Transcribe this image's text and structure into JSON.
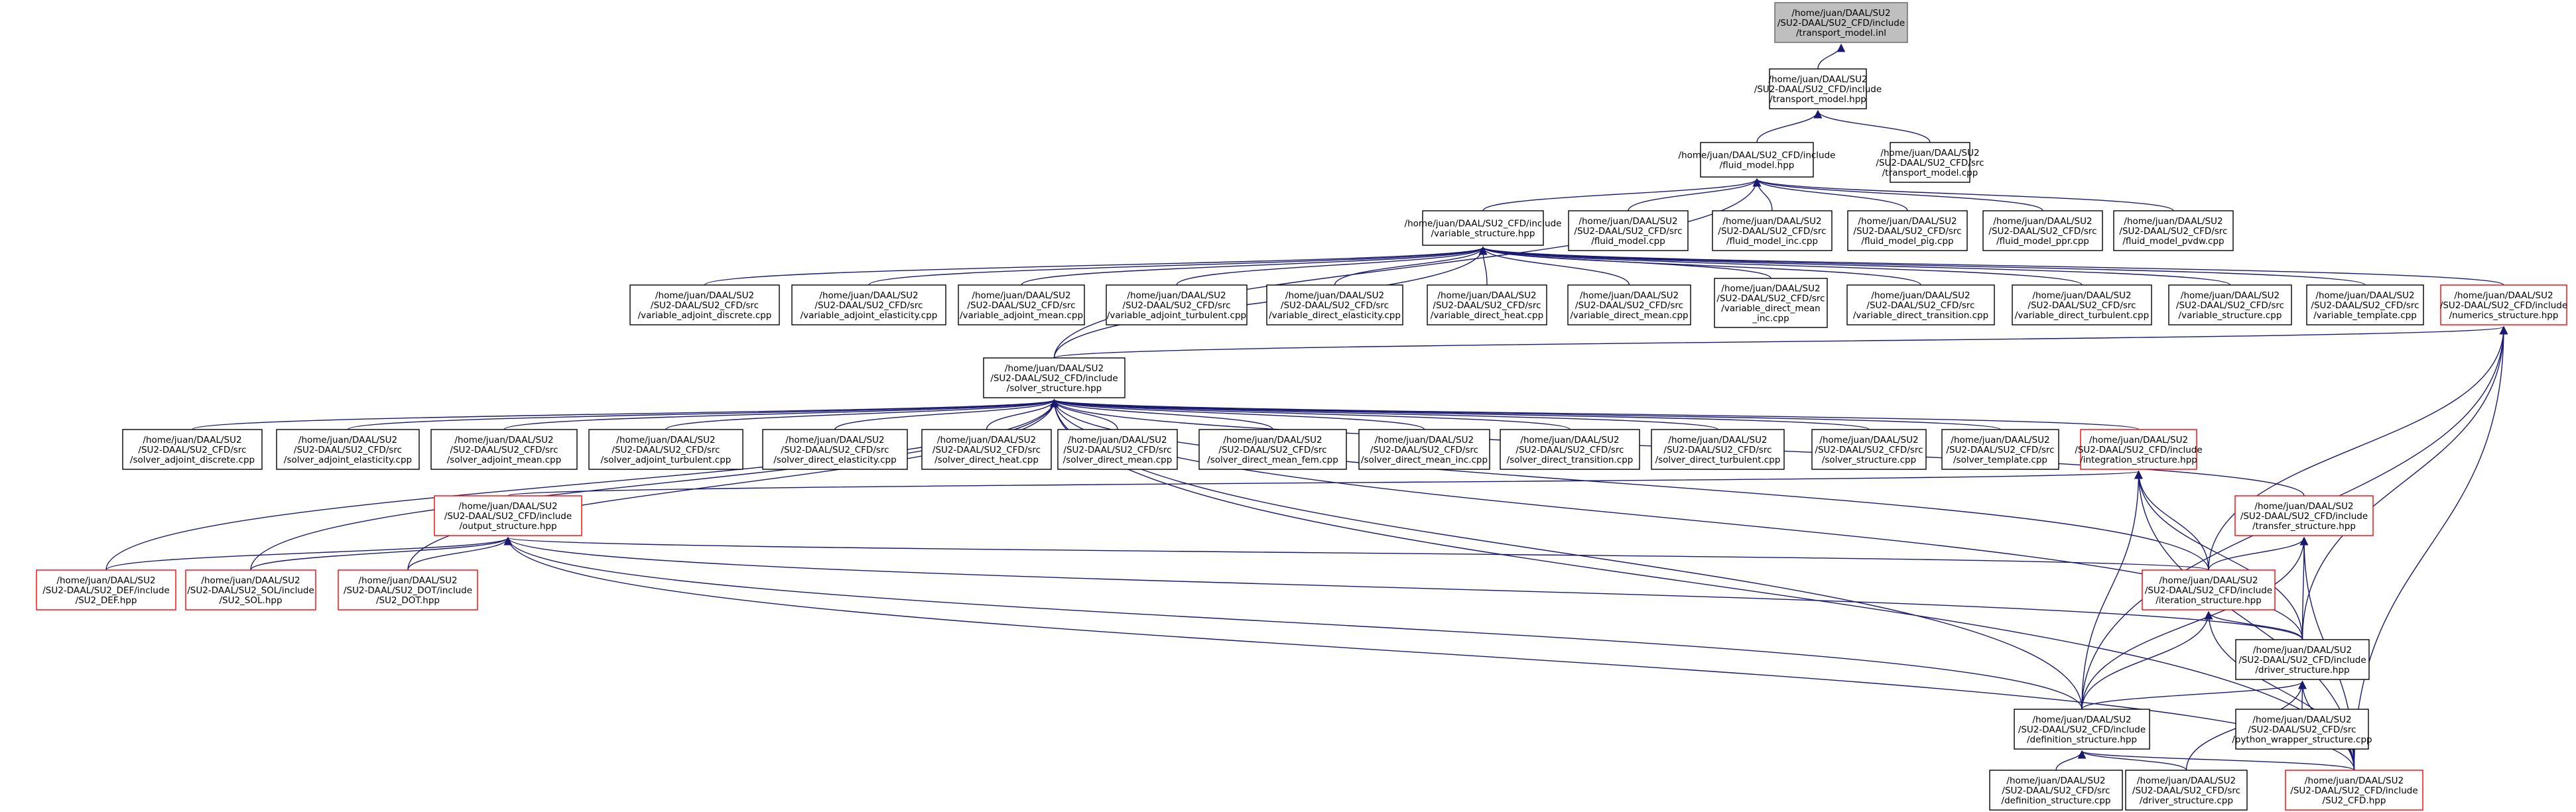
{
  "colors": {
    "edge": "#191970",
    "red_border": "#ff0000",
    "root_fill": "#bfbfbf"
  },
  "nodes": {
    "n1": {
      "lines": [
        "/home/juan/DAAL/SU2",
        "/SU2-DAAL/SU2_CFD/include",
        "/transport_model.inl"
      ],
      "style": "root"
    },
    "n2": {
      "lines": [
        "/home/juan/DAAL/SU2",
        "/SU2-DAAL/SU2_CFD/include",
        "/transport_model.hpp"
      ],
      "style": "normal"
    },
    "n3": {
      "lines": [
        "/home/juan/DAAL/SU2_CFD/include",
        "/fluid_model.hpp"
      ],
      "style": "normal"
    },
    "n4": {
      "lines": [
        "/home/juan/DAAL/SU2",
        "/SU2-DAAL/SU2_CFD/src",
        "/transport_model.cpp"
      ],
      "style": "normal"
    },
    "n5": {
      "lines": [
        "/home/juan/DAAL/SU2_CFD/include",
        "/variable_structure.hpp"
      ],
      "style": "normal"
    },
    "n6": {
      "lines": [
        "/home/juan/DAAL/SU2",
        "/SU2-DAAL/SU2_CFD/src",
        "/fluid_model.cpp"
      ],
      "style": "normal"
    },
    "n7": {
      "lines": [
        "/home/juan/DAAL/SU2",
        "/SU2-DAAL/SU2_CFD/src",
        "/fluid_model_inc.cpp"
      ],
      "style": "normal"
    },
    "n8": {
      "lines": [
        "/home/juan/DAAL/SU2",
        "/SU2-DAAL/SU2_CFD/src",
        "/fluid_model_pig.cpp"
      ],
      "style": "normal"
    },
    "n9": {
      "lines": [
        "/home/juan/DAAL/SU2",
        "/SU2-DAAL/SU2_CFD/src",
        "/fluid_model_ppr.cpp"
      ],
      "style": "normal"
    },
    "n10": {
      "lines": [
        "/home/juan/DAAL/SU2",
        "/SU2-DAAL/SU2_CFD/src",
        "/fluid_model_pvdw.cpp"
      ],
      "style": "normal"
    },
    "n11": {
      "lines": [
        "/home/juan/DAAL/SU2",
        "/SU2-DAAL/SU2_CFD/src",
        "/variable_adjoint_discrete.cpp"
      ],
      "style": "normal"
    },
    "n12": {
      "lines": [
        "/home/juan/DAAL/SU2",
        "/SU2-DAAL/SU2_CFD/src",
        "/variable_adjoint_elasticity.cpp"
      ],
      "style": "normal"
    },
    "n13": {
      "lines": [
        "/home/juan/DAAL/SU2",
        "/SU2-DAAL/SU2_CFD/src",
        "/variable_adjoint_mean.cpp"
      ],
      "style": "normal"
    },
    "n14": {
      "lines": [
        "/home/juan/DAAL/SU2",
        "/SU2-DAAL/SU2_CFD/src",
        "/variable_adjoint_turbulent.cpp"
      ],
      "style": "normal"
    },
    "n15": {
      "lines": [
        "/home/juan/DAAL/SU2",
        "/SU2-DAAL/SU2_CFD/src",
        "/variable_direct_elasticity.cpp"
      ],
      "style": "normal"
    },
    "n16": {
      "lines": [
        "/home/juan/DAAL/SU2",
        "/SU2-DAAL/SU2_CFD/src",
        "/variable_direct_heat.cpp"
      ],
      "style": "normal"
    },
    "n17": {
      "lines": [
        "/home/juan/DAAL/SU2",
        "/SU2-DAAL/SU2_CFD/src",
        "/variable_direct_mean.cpp"
      ],
      "style": "normal"
    },
    "n18": {
      "lines": [
        "/home/juan/DAAL/SU2",
        "/SU2-DAAL/SU2_CFD/src",
        "/variable_direct_mean",
        "_inc.cpp"
      ],
      "style": "normal"
    },
    "n19": {
      "lines": [
        "/home/juan/DAAL/SU2",
        "/SU2-DAAL/SU2_CFD/src",
        "/variable_direct_transition.cpp"
      ],
      "style": "normal"
    },
    "n20": {
      "lines": [
        "/home/juan/DAAL/SU2",
        "/SU2-DAAL/SU2_CFD/src",
        "/variable_direct_turbulent.cpp"
      ],
      "style": "normal"
    },
    "n21": {
      "lines": [
        "/home/juan/DAAL/SU2",
        "/SU2-DAAL/SU2_CFD/src",
        "/variable_structure.cpp"
      ],
      "style": "normal"
    },
    "n22": {
      "lines": [
        "/home/juan/DAAL/SU2",
        "/SU2-DAAL/SU2_CFD/src",
        "/variable_template.cpp"
      ],
      "style": "normal"
    },
    "n23": {
      "lines": [
        "/home/juan/DAAL/SU2",
        "/SU2-DAAL/SU2_CFD/include",
        "/numerics_structure.hpp"
      ],
      "style": "red"
    },
    "n24": {
      "lines": [
        "/home/juan/DAAL/SU2",
        "/SU2-DAAL/SU2_CFD/include",
        "/solver_structure.hpp"
      ],
      "style": "normal"
    },
    "n25": {
      "lines": [
        "/home/juan/DAAL/SU2",
        "/SU2-DAAL/SU2_CFD/src",
        "/solver_adjoint_discrete.cpp"
      ],
      "style": "normal"
    },
    "n26": {
      "lines": [
        "/home/juan/DAAL/SU2",
        "/SU2-DAAL/SU2_CFD/src",
        "/solver_adjoint_elasticity.cpp"
      ],
      "style": "normal"
    },
    "n27": {
      "lines": [
        "/home/juan/DAAL/SU2",
        "/SU2-DAAL/SU2_CFD/src",
        "/solver_adjoint_mean.cpp"
      ],
      "style": "normal"
    },
    "n28": {
      "lines": [
        "/home/juan/DAAL/SU2",
        "/SU2-DAAL/SU2_CFD/src",
        "/solver_adjoint_turbulent.cpp"
      ],
      "style": "normal"
    },
    "n29": {
      "lines": [
        "/home/juan/DAAL/SU2",
        "/SU2-DAAL/SU2_CFD/src",
        "/solver_direct_elasticity.cpp"
      ],
      "style": "normal"
    },
    "n30": {
      "lines": [
        "/home/juan/DAAL/SU2",
        "/SU2-DAAL/SU2_CFD/src",
        "/solver_direct_heat.cpp"
      ],
      "style": "normal"
    },
    "n31": {
      "lines": [
        "/home/juan/DAAL/SU2",
        "/SU2-DAAL/SU2_CFD/src",
        "/solver_direct_mean.cpp"
      ],
      "style": "normal"
    },
    "n32": {
      "lines": [
        "/home/juan/DAAL/SU2",
        "/SU2-DAAL/SU2_CFD/src",
        "/solver_direct_mean_fem.cpp"
      ],
      "style": "normal"
    },
    "n33": {
      "lines": [
        "/home/juan/DAAL/SU2",
        "/SU2-DAAL/SU2_CFD/src",
        "/solver_direct_mean_inc.cpp"
      ],
      "style": "normal"
    },
    "n34": {
      "lines": [
        "/home/juan/DAAL/SU2",
        "/SU2-DAAL/SU2_CFD/src",
        "/solver_direct_transition.cpp"
      ],
      "style": "normal"
    },
    "n35": {
      "lines": [
        "/home/juan/DAAL/SU2",
        "/SU2-DAAL/SU2_CFD/src",
        "/solver_direct_turbulent.cpp"
      ],
      "style": "normal"
    },
    "n36": {
      "lines": [
        "/home/juan/DAAL/SU2",
        "/SU2-DAAL/SU2_CFD/src",
        "/solver_structure.cpp"
      ],
      "style": "normal"
    },
    "n37": {
      "lines": [
        "/home/juan/DAAL/SU2",
        "/SU2-DAAL/SU2_CFD/src",
        "/solver_template.cpp"
      ],
      "style": "normal"
    },
    "n38": {
      "lines": [
        "/home/juan/DAAL/SU2",
        "/SU2-DAAL/SU2_CFD/include",
        "/integration_structure.hpp"
      ],
      "style": "red"
    },
    "n39": {
      "lines": [
        "/home/juan/DAAL/SU2",
        "/SU2-DAAL/SU2_CFD/include",
        "/transfer_structure.hpp"
      ],
      "style": "red"
    },
    "n40": {
      "lines": [
        "/home/juan/DAAL/SU2",
        "/SU2-DAAL/SU2_CFD/include",
        "/output_structure.hpp"
      ],
      "style": "red"
    },
    "n41": {
      "lines": [
        "/home/juan/DAAL/SU2",
        "/SU2-DAAL/SU2_CFD/include",
        "/iteration_structure.hpp"
      ],
      "style": "red"
    },
    "n42": {
      "lines": [
        "/home/juan/DAAL/SU2",
        "/SU2-DAAL/SU2_DEF/include",
        "/SU2_DEF.hpp"
      ],
      "style": "red"
    },
    "n43": {
      "lines": [
        "/home/juan/DAAL/SU2",
        "/SU2-DAAL/SU2_SOL/include",
        "/SU2_SOL.hpp"
      ],
      "style": "red"
    },
    "n44": {
      "lines": [
        "/home/juan/DAAL/SU2",
        "/SU2-DAAL/SU2_DOT/include",
        "/SU2_DOT.hpp"
      ],
      "style": "red"
    },
    "n45": {
      "lines": [
        "/home/juan/DAAL/SU2",
        "/SU2-DAAL/SU2_CFD/include",
        "/driver_structure.hpp"
      ],
      "style": "normal"
    },
    "n46": {
      "lines": [
        "/home/juan/DAAL/SU2",
        "/SU2-DAAL/SU2_CFD/include",
        "/definition_structure.hpp"
      ],
      "style": "normal"
    },
    "n47": {
      "lines": [
        "/home/juan/DAAL/SU2",
        "/SU2-DAAL/SU2_CFD/src",
        "/python_wrapper_structure.cpp"
      ],
      "style": "normal"
    },
    "n48": {
      "lines": [
        "/home/juan/DAAL/SU2",
        "/SU2-DAAL/SU2_CFD/src",
        "/definition_structure.cpp"
      ],
      "style": "normal"
    },
    "n49": {
      "lines": [
        "/home/juan/DAAL/SU2",
        "/SU2-DAAL/SU2_CFD/src",
        "/driver_structure.cpp"
      ],
      "style": "normal"
    },
    "n50": {
      "lines": [
        "/home/juan/DAAL/SU2",
        "/SU2-DAAL/SU2_CFD/include",
        "/SU2_CFD.hpp"
      ],
      "style": "red"
    }
  },
  "edges": [
    [
      "n2",
      "n1"
    ],
    [
      "n3",
      "n2"
    ],
    [
      "n4",
      "n2"
    ],
    [
      "n5",
      "n3"
    ],
    [
      "n6",
      "n3"
    ],
    [
      "n7",
      "n3"
    ],
    [
      "n8",
      "n3"
    ],
    [
      "n9",
      "n3"
    ],
    [
      "n10",
      "n3"
    ],
    [
      "n24",
      "n3"
    ],
    [
      "n11",
      "n5"
    ],
    [
      "n12",
      "n5"
    ],
    [
      "n13",
      "n5"
    ],
    [
      "n14",
      "n5"
    ],
    [
      "n15",
      "n5"
    ],
    [
      "n16",
      "n5"
    ],
    [
      "n17",
      "n5"
    ],
    [
      "n18",
      "n5"
    ],
    [
      "n19",
      "n5"
    ],
    [
      "n20",
      "n5"
    ],
    [
      "n21",
      "n5"
    ],
    [
      "n22",
      "n5"
    ],
    [
      "n23",
      "n5"
    ],
    [
      "n24",
      "n5"
    ],
    [
      "n24",
      "n23"
    ],
    [
      "n41",
      "n23"
    ],
    [
      "n45",
      "n23"
    ],
    [
      "n46",
      "n23"
    ],
    [
      "n50",
      "n23"
    ],
    [
      "n25",
      "n24"
    ],
    [
      "n26",
      "n24"
    ],
    [
      "n27",
      "n24"
    ],
    [
      "n28",
      "n24"
    ],
    [
      "n29",
      "n24"
    ],
    [
      "n30",
      "n24"
    ],
    [
      "n31",
      "n24"
    ],
    [
      "n32",
      "n24"
    ],
    [
      "n33",
      "n24"
    ],
    [
      "n34",
      "n24"
    ],
    [
      "n35",
      "n24"
    ],
    [
      "n36",
      "n24"
    ],
    [
      "n37",
      "n24"
    ],
    [
      "n38",
      "n24"
    ],
    [
      "n39",
      "n24"
    ],
    [
      "n41",
      "n24"
    ],
    [
      "n42",
      "n24"
    ],
    [
      "n43",
      "n24"
    ],
    [
      "n44",
      "n24"
    ],
    [
      "n45",
      "n24"
    ],
    [
      "n46",
      "n24"
    ],
    [
      "n50",
      "n24"
    ],
    [
      "n40",
      "n38"
    ],
    [
      "n41",
      "n38"
    ],
    [
      "n45",
      "n38"
    ],
    [
      "n46",
      "n38"
    ],
    [
      "n50",
      "n38"
    ],
    [
      "n41",
      "n39"
    ],
    [
      "n45",
      "n39"
    ],
    [
      "n46",
      "n39"
    ],
    [
      "n50",
      "n39"
    ],
    [
      "n42",
      "n40"
    ],
    [
      "n43",
      "n40"
    ],
    [
      "n44",
      "n40"
    ],
    [
      "n41",
      "n40"
    ],
    [
      "n45",
      "n40"
    ],
    [
      "n46",
      "n40"
    ],
    [
      "n50",
      "n40"
    ],
    [
      "n45",
      "n41"
    ],
    [
      "n46",
      "n41"
    ],
    [
      "n50",
      "n41"
    ],
    [
      "n46",
      "n45"
    ],
    [
      "n47",
      "n45"
    ],
    [
      "n49",
      "n45"
    ],
    [
      "n50",
      "n45"
    ],
    [
      "n48",
      "n46"
    ],
    [
      "n49",
      "n46"
    ],
    [
      "n50",
      "n46"
    ]
  ]
}
